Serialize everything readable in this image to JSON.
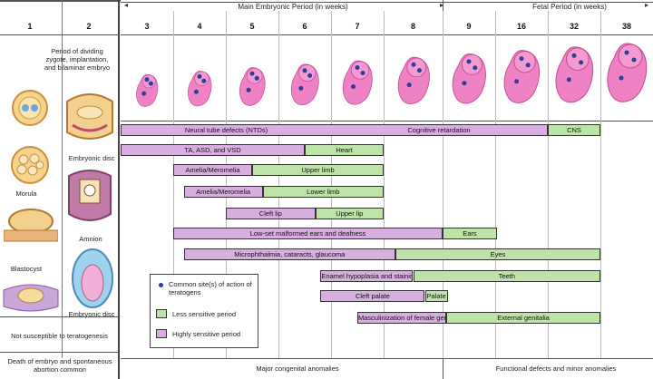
{
  "colors": {
    "highly_sensitive": "#d8aee0",
    "less_sensitive": "#bde3a6",
    "embryo": "#ee82c4",
    "dot": "#2a3e9a"
  },
  "header": {
    "main_period": "Main Embryonic Period (in weeks)",
    "fetal_period": "Fetal Period (in weeks)",
    "weeks": [
      "1",
      "2",
      "3",
      "4",
      "5",
      "6",
      "7",
      "8",
      "9",
      "16",
      "32",
      "38"
    ]
  },
  "left_panel": {
    "dividing_note": "Period of dividing zygote, implantation, and bilaminar embryo",
    "labels": [
      "Embryonic disc",
      "Morula",
      "Amnion",
      "Blastocyst",
      "Embryonic disc"
    ],
    "not_susceptible": "Not susceptible to teratogenesis",
    "death_note": "Death of embryo and spontaneous abortion common"
  },
  "bars": [
    {
      "label": "Neural tube defects (NTDs)",
      "type": "high",
      "start": 3,
      "end": 32
    },
    {
      "label": "Cognitive retardation",
      "type": "high",
      "start": 3,
      "end": 32
    },
    {
      "label": "CNS",
      "type": "low",
      "start": 32,
      "end": 38
    },
    {
      "label": "TA, ASD, and VSD",
      "type": "high",
      "start": 3,
      "end": 6.5
    },
    {
      "label": "Heart",
      "type": "low",
      "start": 6.5,
      "end": 8
    },
    {
      "label": "Amelia/Meromelia",
      "type": "high",
      "start": 4,
      "end": 5.5
    },
    {
      "label": "Upper limb",
      "type": "low",
      "start": 5.5,
      "end": 8
    },
    {
      "label": "Amelia/Meromelia",
      "type": "high",
      "start": 4.2,
      "end": 5.7
    },
    {
      "label": "Lower limb",
      "type": "low",
      "start": 5.7,
      "end": 8
    },
    {
      "label": "Cleft lip",
      "type": "high",
      "start": 5,
      "end": 6.7
    },
    {
      "label": "Upper lip",
      "type": "low",
      "start": 6.7,
      "end": 8
    },
    {
      "label": "Low-set malformed ears and deafness",
      "type": "high",
      "start": 4,
      "end": 9
    },
    {
      "label": "Ears",
      "type": "low",
      "start": 9,
      "end": 16.5
    },
    {
      "label": "Microphthalmia, cataracts, glaucoma",
      "type": "high",
      "start": 4.2,
      "end": 8.2
    },
    {
      "label": "Eyes",
      "type": "low",
      "start": 8.2,
      "end": 38
    },
    {
      "label": "Enamel hypoplasia and staining",
      "type": "high",
      "start": 6.8,
      "end": 8.5
    },
    {
      "label": "Teeth",
      "type": "low",
      "start": 8.5,
      "end": 38
    },
    {
      "label": "Cleft palate",
      "type": "high",
      "start": 6.8,
      "end": 8.7
    },
    {
      "label": "Palate",
      "type": "low",
      "start": 8.7,
      "end": 9.7
    },
    {
      "label": "Masculinization of female genitalia",
      "type": "high",
      "start": 7.5,
      "end": 9.5
    },
    {
      "label": "External genitalia",
      "type": "low",
      "start": 9.5,
      "end": 38
    }
  ],
  "legend": {
    "dot_label": "Common site(s) of action of teratogens",
    "less_label": "Less sensitive period",
    "high_label": "Highly sensitive period"
  },
  "footer": {
    "major": "Major congenital anomalies",
    "functional": "Functional defects and minor anomalies"
  }
}
